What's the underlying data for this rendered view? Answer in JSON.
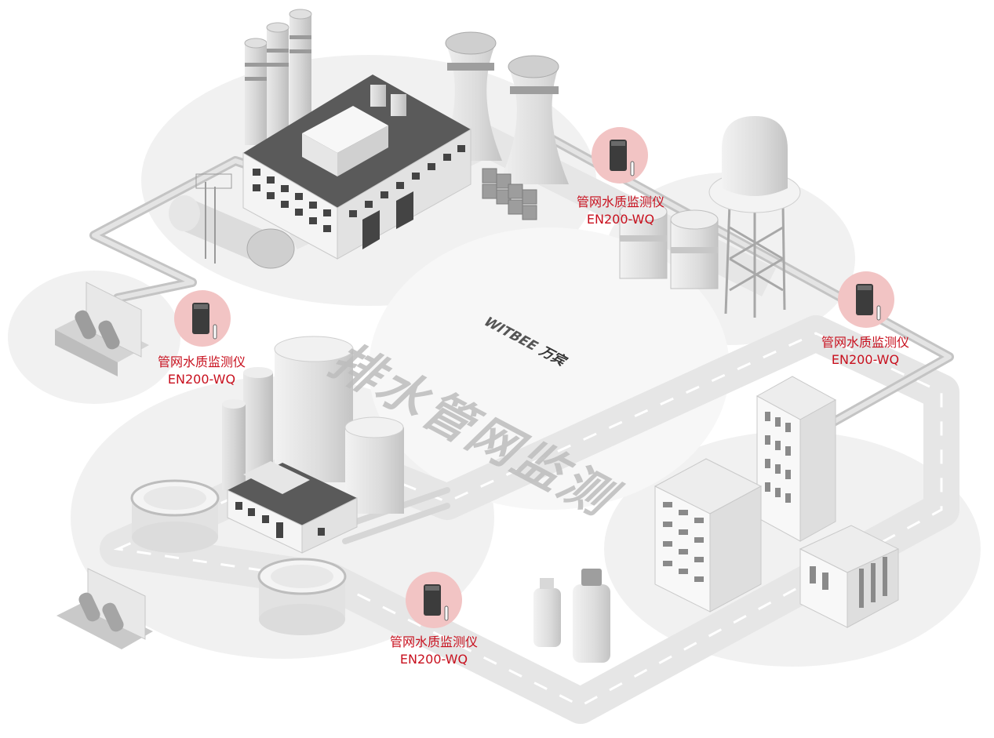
{
  "title": "排水管网监测",
  "brand": {
    "name": "WITBEE",
    "cn": "万宾"
  },
  "colors": {
    "label": "#c8101e",
    "device_halo": "#f2c4c4",
    "ground": "#efefef"
  },
  "devices": [
    {
      "name": "管网水质监测仪",
      "model": "EN200-WQ"
    },
    {
      "name": "管网水质监测仪",
      "model": "EN200-WQ"
    },
    {
      "name": "管网水质监测仪",
      "model": "EN200-WQ"
    },
    {
      "name": "管网水质监测仪",
      "model": "EN200-WQ"
    }
  ]
}
